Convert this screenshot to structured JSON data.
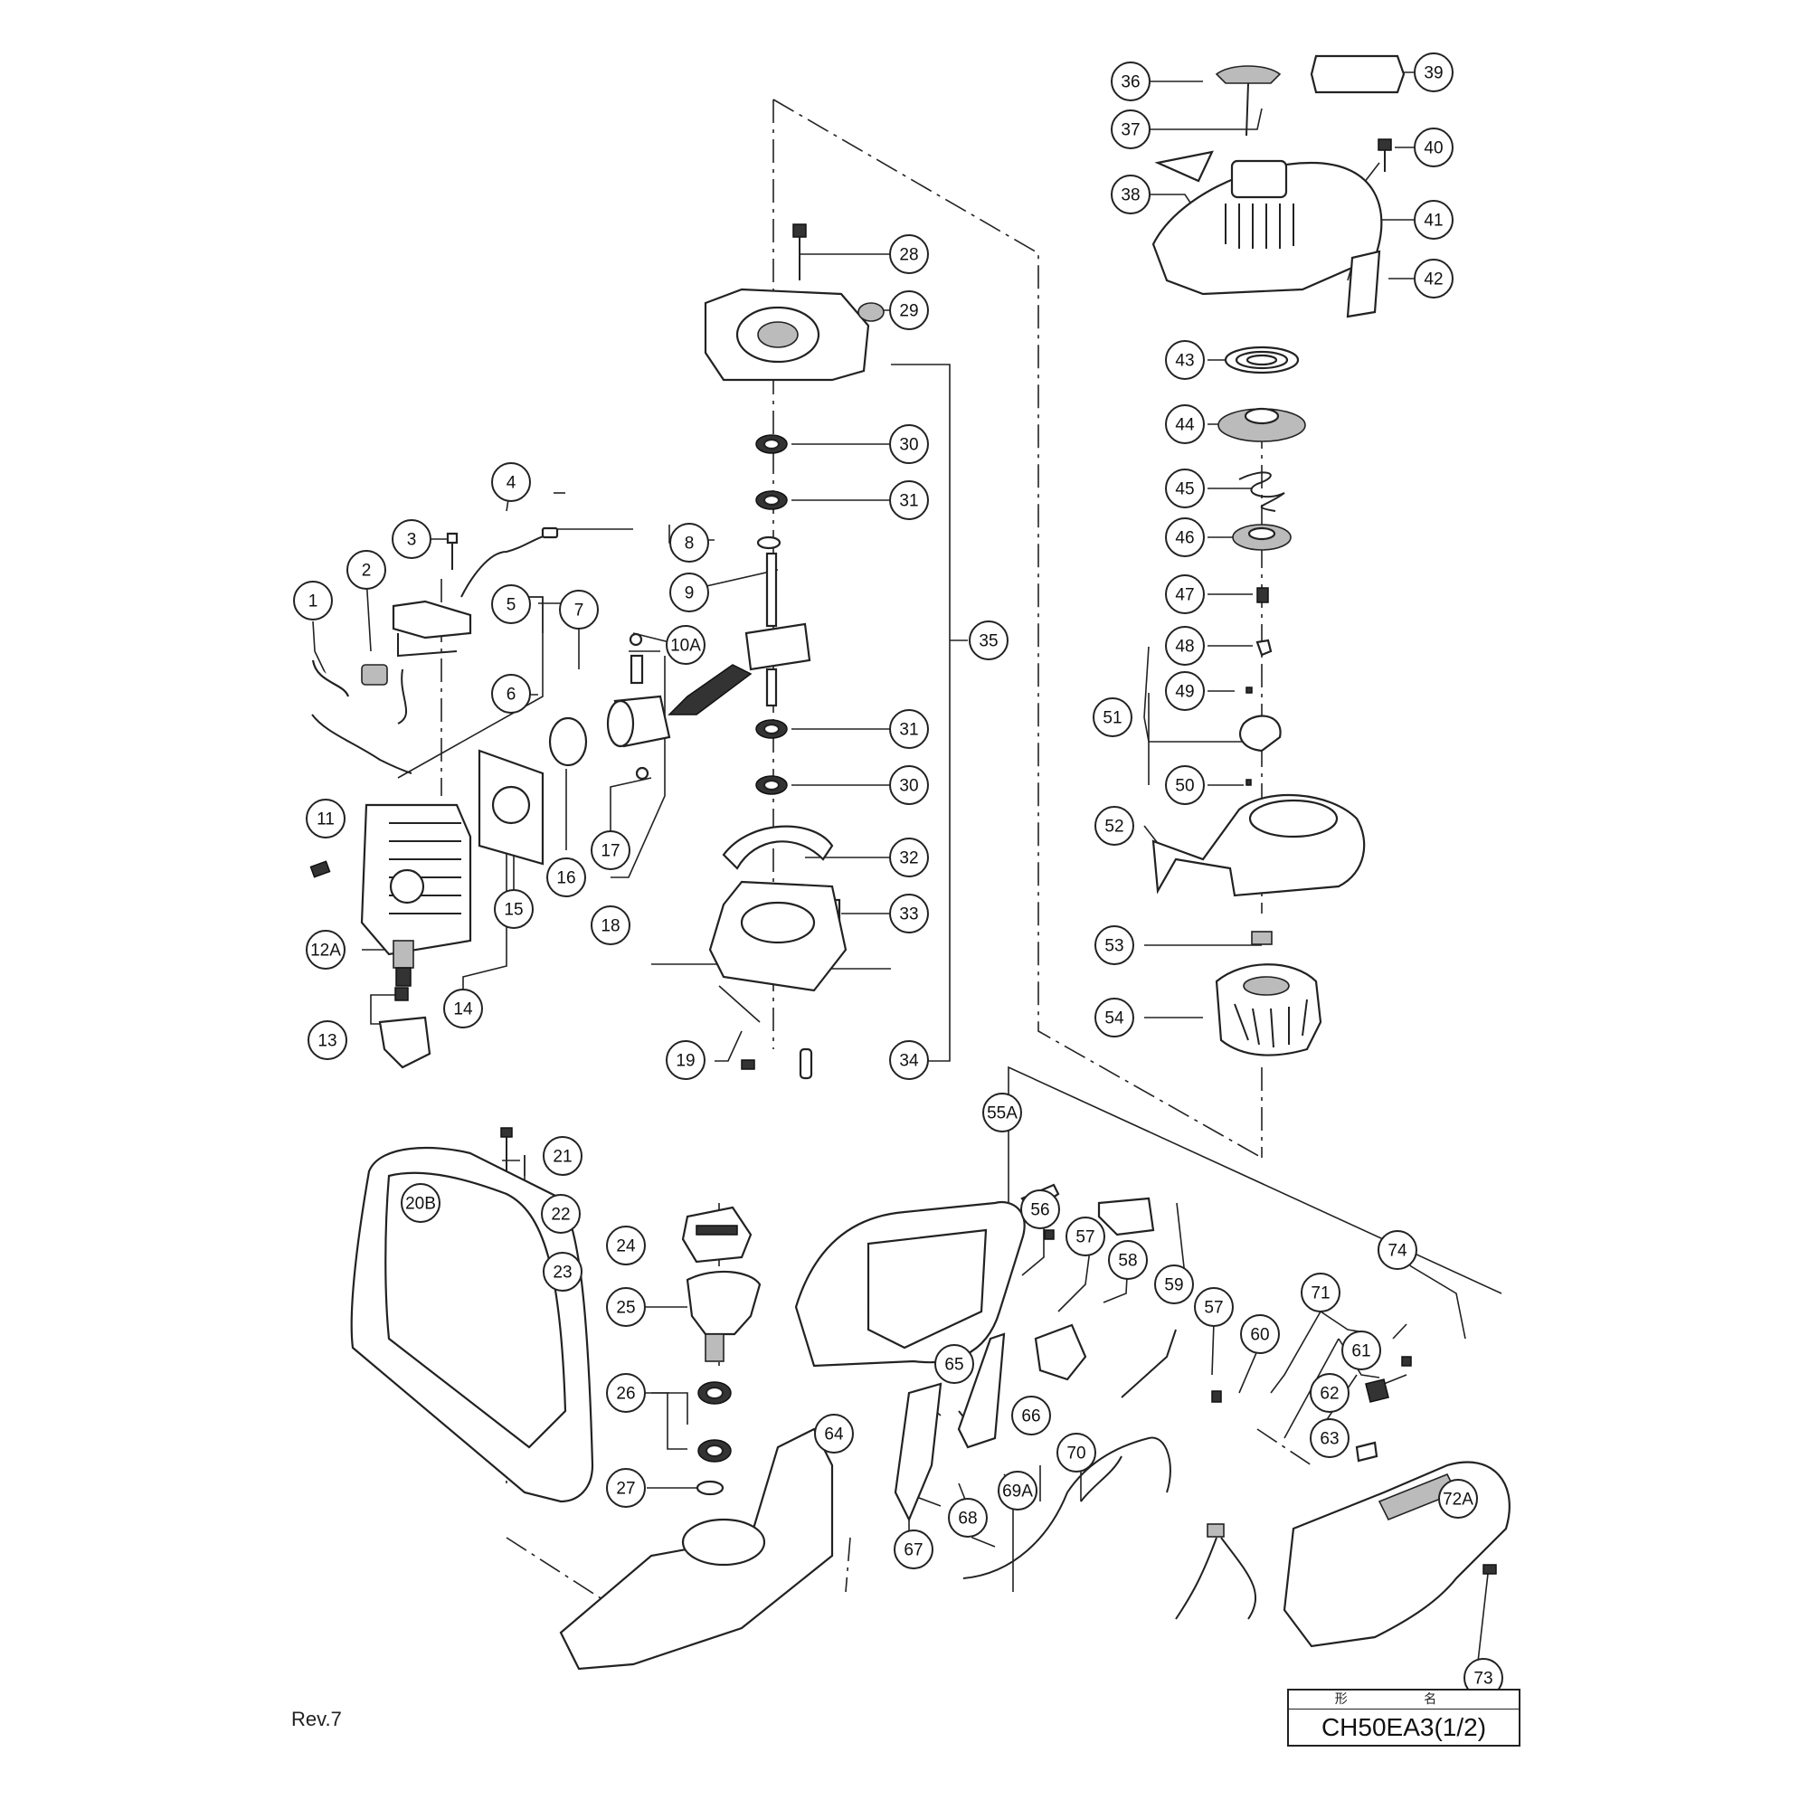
{
  "diagram": {
    "revision": "Rev.7",
    "title_block": {
      "header": "形 名",
      "model": "CH50EA3(1/2)"
    },
    "callouts": [
      {
        "id": "c1",
        "label": "1"
      },
      {
        "id": "c2",
        "label": "2"
      },
      {
        "id": "c3",
        "label": "3"
      },
      {
        "id": "c4",
        "label": "4"
      },
      {
        "id": "c5",
        "label": "5"
      },
      {
        "id": "c6",
        "label": "6"
      },
      {
        "id": "c7",
        "label": "7"
      },
      {
        "id": "c8",
        "label": "8"
      },
      {
        "id": "c9",
        "label": "9"
      },
      {
        "id": "c10A",
        "label": "10A"
      },
      {
        "id": "c11",
        "label": "11"
      },
      {
        "id": "c12A",
        "label": "12A"
      },
      {
        "id": "c13",
        "label": "13"
      },
      {
        "id": "c14",
        "label": "14"
      },
      {
        "id": "c15",
        "label": "15"
      },
      {
        "id": "c16",
        "label": "16"
      },
      {
        "id": "c17",
        "label": "17"
      },
      {
        "id": "c18",
        "label": "18"
      },
      {
        "id": "c19",
        "label": "19"
      },
      {
        "id": "c20B",
        "label": "20B"
      },
      {
        "id": "c21",
        "label": "21"
      },
      {
        "id": "c22",
        "label": "22"
      },
      {
        "id": "c23",
        "label": "23"
      },
      {
        "id": "c24",
        "label": "24"
      },
      {
        "id": "c25",
        "label": "25"
      },
      {
        "id": "c26",
        "label": "26"
      },
      {
        "id": "c27",
        "label": "27"
      },
      {
        "id": "c28",
        "label": "28"
      },
      {
        "id": "c29",
        "label": "29"
      },
      {
        "id": "c30a",
        "label": "30"
      },
      {
        "id": "c31a",
        "label": "31"
      },
      {
        "id": "c31b",
        "label": "31"
      },
      {
        "id": "c30b",
        "label": "30"
      },
      {
        "id": "c32",
        "label": "32"
      },
      {
        "id": "c33",
        "label": "33"
      },
      {
        "id": "c34",
        "label": "34"
      },
      {
        "id": "c35",
        "label": "35"
      },
      {
        "id": "c36",
        "label": "36"
      },
      {
        "id": "c37",
        "label": "37"
      },
      {
        "id": "c38",
        "label": "38"
      },
      {
        "id": "c39",
        "label": "39"
      },
      {
        "id": "c40",
        "label": "40"
      },
      {
        "id": "c41",
        "label": "41"
      },
      {
        "id": "c42",
        "label": "42"
      },
      {
        "id": "c43",
        "label": "43"
      },
      {
        "id": "c44",
        "label": "44"
      },
      {
        "id": "c45",
        "label": "45"
      },
      {
        "id": "c46",
        "label": "46"
      },
      {
        "id": "c47",
        "label": "47"
      },
      {
        "id": "c48",
        "label": "48"
      },
      {
        "id": "c49",
        "label": "49"
      },
      {
        "id": "c50",
        "label": "50"
      },
      {
        "id": "c51",
        "label": "51"
      },
      {
        "id": "c52",
        "label": "52"
      },
      {
        "id": "c53",
        "label": "53"
      },
      {
        "id": "c54",
        "label": "54"
      },
      {
        "id": "c55A",
        "label": "55A"
      },
      {
        "id": "c56",
        "label": "56"
      },
      {
        "id": "c57a",
        "label": "57"
      },
      {
        "id": "c58",
        "label": "58"
      },
      {
        "id": "c59",
        "label": "59"
      },
      {
        "id": "c57b",
        "label": "57"
      },
      {
        "id": "c60",
        "label": "60"
      },
      {
        "id": "c61",
        "label": "61"
      },
      {
        "id": "c62",
        "label": "62"
      },
      {
        "id": "c63",
        "label": "63"
      },
      {
        "id": "c64",
        "label": "64"
      },
      {
        "id": "c65",
        "label": "65"
      },
      {
        "id": "c66",
        "label": "66"
      },
      {
        "id": "c67",
        "label": "67"
      },
      {
        "id": "c68",
        "label": "68"
      },
      {
        "id": "c69A",
        "label": "69A"
      },
      {
        "id": "c70",
        "label": "70"
      },
      {
        "id": "c71",
        "label": "71"
      },
      {
        "id": "c72A",
        "label": "72A"
      },
      {
        "id": "c73",
        "label": "73"
      },
      {
        "id": "c74",
        "label": "74"
      }
    ]
  }
}
